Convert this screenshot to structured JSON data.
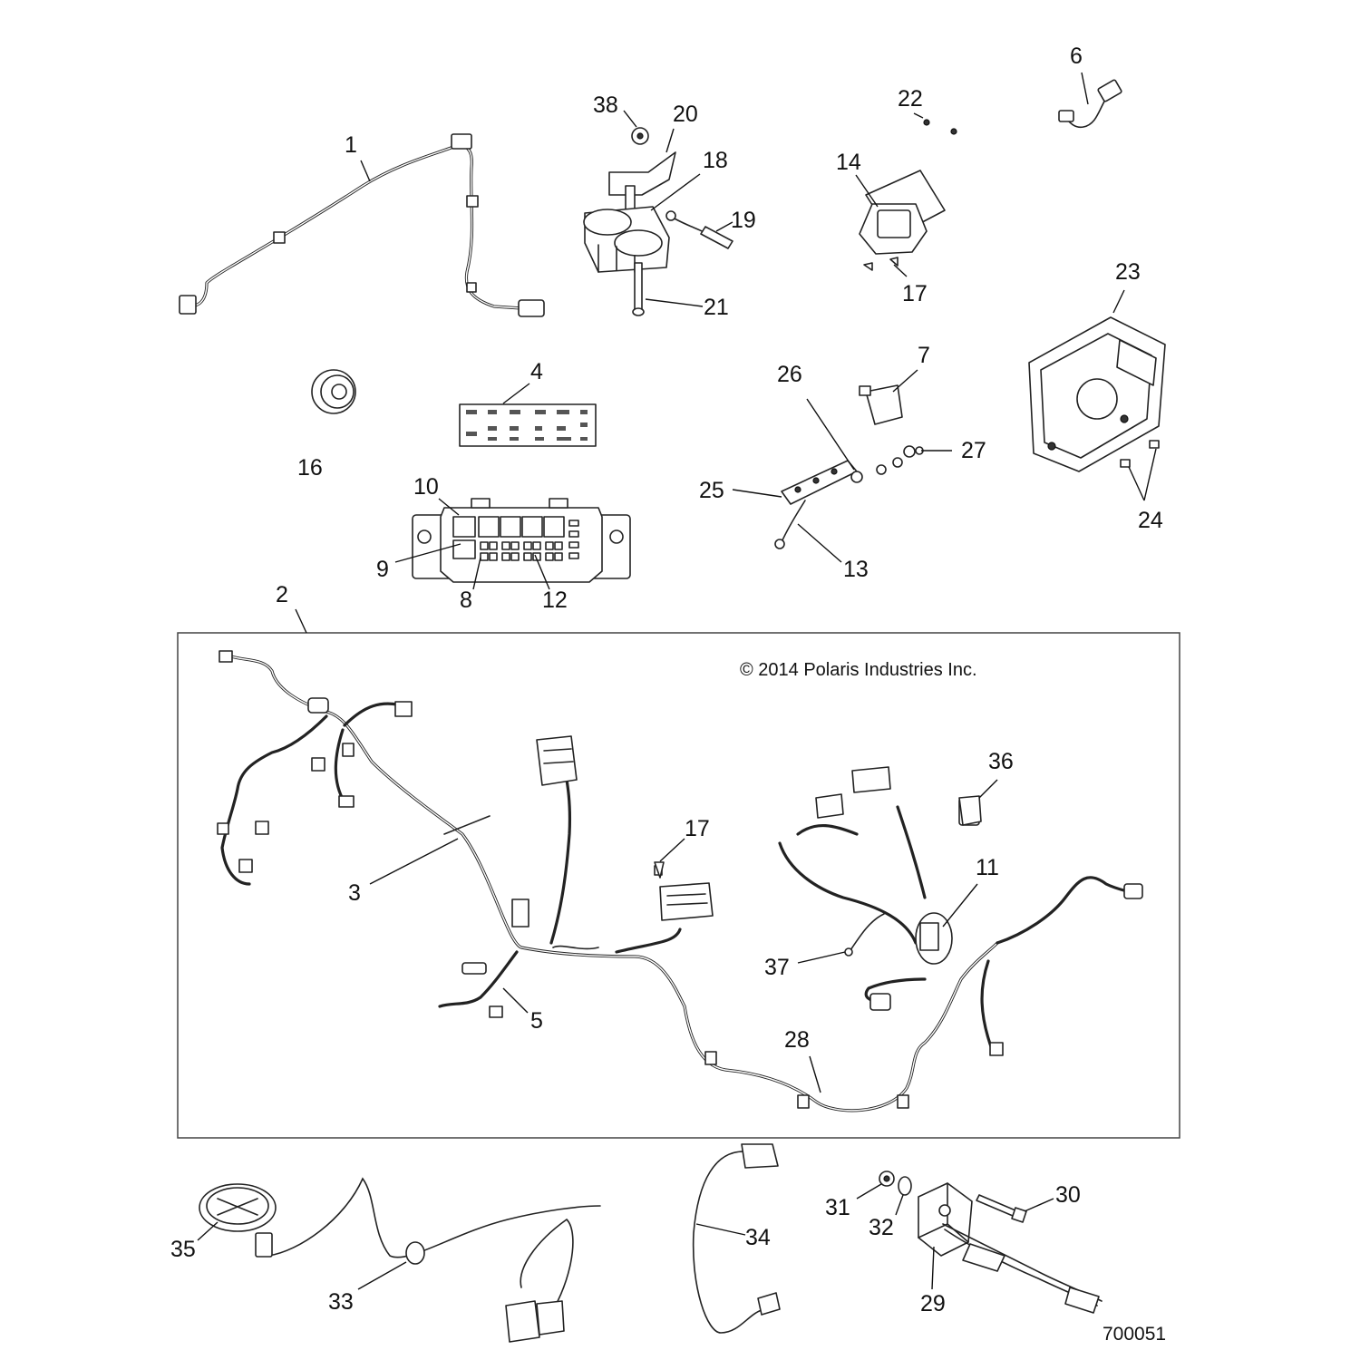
{
  "copyright": "© 2014 Polaris Industries Inc.",
  "figure_number": "700051",
  "callouts": [
    {
      "id": "c1",
      "label": "1"
    },
    {
      "id": "c2",
      "label": "2"
    },
    {
      "id": "c3",
      "label": "3"
    },
    {
      "id": "c4",
      "label": "4"
    },
    {
      "id": "c5",
      "label": "5"
    },
    {
      "id": "c6",
      "label": "6"
    },
    {
      "id": "c7",
      "label": "7"
    },
    {
      "id": "c8",
      "label": "8"
    },
    {
      "id": "c9",
      "label": "9"
    },
    {
      "id": "c10",
      "label": "10"
    },
    {
      "id": "c11",
      "label": "11"
    },
    {
      "id": "c12",
      "label": "12"
    },
    {
      "id": "c13",
      "label": "13"
    },
    {
      "id": "c14",
      "label": "14"
    },
    {
      "id": "c16",
      "label": "16"
    },
    {
      "id": "c17a",
      "label": "17"
    },
    {
      "id": "c17b",
      "label": "17"
    },
    {
      "id": "c18",
      "label": "18"
    },
    {
      "id": "c19",
      "label": "19"
    },
    {
      "id": "c20",
      "label": "20"
    },
    {
      "id": "c21",
      "label": "21"
    },
    {
      "id": "c22",
      "label": "22"
    },
    {
      "id": "c23",
      "label": "23"
    },
    {
      "id": "c24",
      "label": "24"
    },
    {
      "id": "c25",
      "label": "25"
    },
    {
      "id": "c26",
      "label": "26"
    },
    {
      "id": "c27",
      "label": "27"
    },
    {
      "id": "c28",
      "label": "28"
    },
    {
      "id": "c29",
      "label": "29"
    },
    {
      "id": "c30",
      "label": "30"
    },
    {
      "id": "c31",
      "label": "31"
    },
    {
      "id": "c32",
      "label": "32"
    },
    {
      "id": "c33",
      "label": "33"
    },
    {
      "id": "c34",
      "label": "34"
    },
    {
      "id": "c35",
      "label": "35"
    },
    {
      "id": "c36",
      "label": "36"
    },
    {
      "id": "c37",
      "label": "37"
    },
    {
      "id": "c38",
      "label": "38"
    }
  ]
}
